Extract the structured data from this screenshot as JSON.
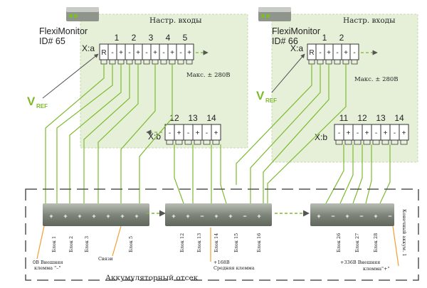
{
  "devices": [
    {
      "brand": "FlexiMonitor",
      "id": "ID# 65",
      "inputs_title": "Настр. входы",
      "max_label": "Макс. ± 280В",
      "conn_a": "X:a",
      "conn_b": "X:b",
      "a_numbers": [
        "1",
        "2",
        "3",
        "4",
        "5"
      ],
      "a_terminals": [
        "R",
        "-",
        "+",
        "-",
        "+",
        "-",
        "+",
        "-",
        "+",
        "-",
        "+"
      ],
      "b_numbers": [
        "12",
        "13",
        "14"
      ],
      "b_terminals": [
        "-",
        "+",
        "-",
        "+",
        "-",
        "+"
      ],
      "vref": "V",
      "vref_sub": "REF"
    },
    {
      "brand": "FlexiMonitor",
      "id": "ID# 66",
      "inputs_title": "Настр. входы",
      "max_label": "Макс. ± 280В",
      "conn_a": "X:a",
      "conn_b": "X:b",
      "a_numbers": [
        "1",
        "2"
      ],
      "a_terminals": [
        "R",
        "-",
        "+",
        "-",
        "+",
        "-"
      ],
      "b_numbers": [
        "11",
        "12",
        "13",
        "14"
      ],
      "b_terminals": [
        "-",
        "+",
        "-",
        "+",
        "-",
        "+",
        "-",
        "+"
      ],
      "vref": "V",
      "vref_sub": "REF"
    }
  ],
  "block_labels_left": [
    "Блок 1",
    "Блок 2",
    "Блок 3",
    "Блок 5"
  ],
  "block_labels_mid": [
    "Блок 12",
    "Блок 13",
    "Блок 14",
    "Блок 15",
    "Блок 16"
  ],
  "block_labels_right": [
    "Блок 26",
    "Блок 27",
    "Блок 28"
  ],
  "end_label": "Конечный аккум. 1",
  "annotations": {
    "zero_line1": "0В Внешняя",
    "zero_line2": "клемма \"–\"",
    "link": "Связи",
    "mid_line1": "+168В",
    "mid_line2": "Средняя клемма",
    "top_line1": "+336В Внешняя",
    "top_line2": "клемма\"+\""
  },
  "compartment_title": "Аккумуляторный отсек",
  "colors": {
    "wire": "#7dba2e",
    "panel": "#e6f0d9",
    "accent": "#f0a030"
  }
}
